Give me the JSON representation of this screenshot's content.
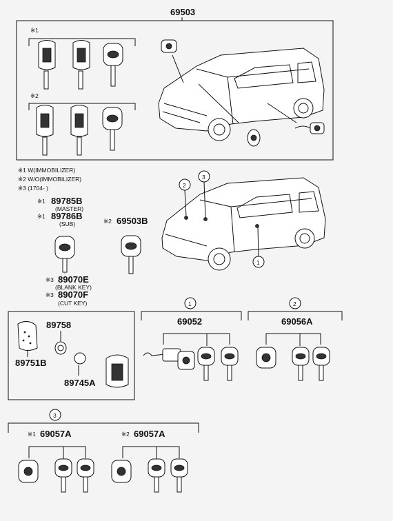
{
  "header": {
    "part_number": "69503"
  },
  "key_groups": {
    "group1_mark": "※1",
    "group2_mark": "※2"
  },
  "notes": [
    "※1 W(IMMOBILIZER)",
    "※2 W/O(IMMOBILIZER)",
    "※3 (1704-       )"
  ],
  "keys_left": {
    "master_mark": "※1",
    "master_pn": "89785B",
    "master_desc": "(MASTER)",
    "sub_mark": "※1",
    "sub_pn": "89786B",
    "sub_desc": "(SUB)",
    "right_mark": "※2",
    "right_pn": "69503B",
    "blank_mark": "※3",
    "blank_pn": "89070E",
    "blank_desc": "(BLANK KEY)",
    "cut_mark": "※3",
    "cut_pn": "89070F",
    "cut_desc": "(CUT KEY)"
  },
  "callouts": {
    "c1": "1",
    "c2": "2",
    "c3": "3"
  },
  "transmitter_box": {
    "pn_housing": "89758",
    "pn_case": "89751B",
    "pn_battery": "89745A"
  },
  "set1": {
    "pn": "69052"
  },
  "set2": {
    "pn": "69056A"
  },
  "set3": {
    "left_mark": "※1",
    "left_pn": "69057A",
    "right_mark": "※2",
    "right_pn": "69057A"
  }
}
